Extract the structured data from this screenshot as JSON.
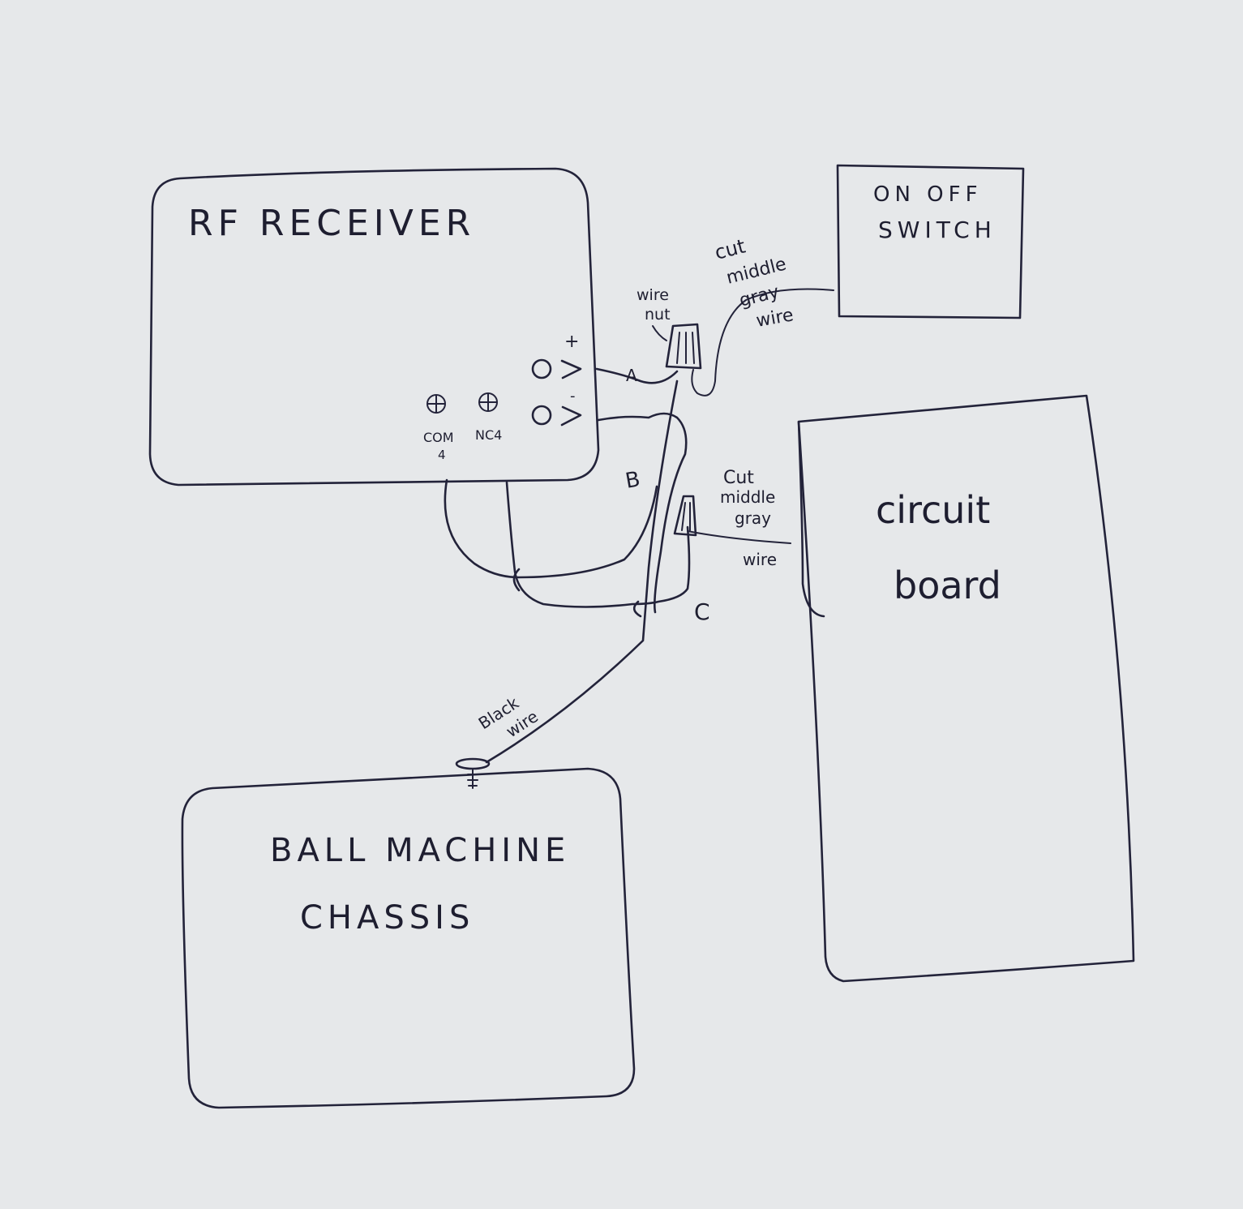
{
  "colors": {
    "paper": "#e4e6e8",
    "ink": "#23233a"
  },
  "components": {
    "rf_receiver": {
      "title": "RF RECEIVER",
      "plus_sign": "+",
      "minus_sign": "-",
      "com_label": "COM",
      "com_number": "4",
      "nc_label": "NC4"
    },
    "on_off_switch": {
      "line1": "ON OFF",
      "line2": "SWITCH"
    },
    "circuit_board": {
      "line1": "circuit",
      "line2": "board"
    },
    "ball_machine": {
      "line1": "BALL MACHINE",
      "line2": "CHASSIS"
    }
  },
  "annotations": {
    "wire_nut": [
      "wire",
      "nut"
    ],
    "top_cut": [
      "cut",
      "middle",
      "gray",
      "wire"
    ],
    "lower_cut": [
      "Cut",
      "middle",
      "gray",
      "wire"
    ],
    "black_wire": [
      "Black",
      "wire"
    ],
    "point_a": "A",
    "point_b": "B",
    "point_c": "C"
  }
}
